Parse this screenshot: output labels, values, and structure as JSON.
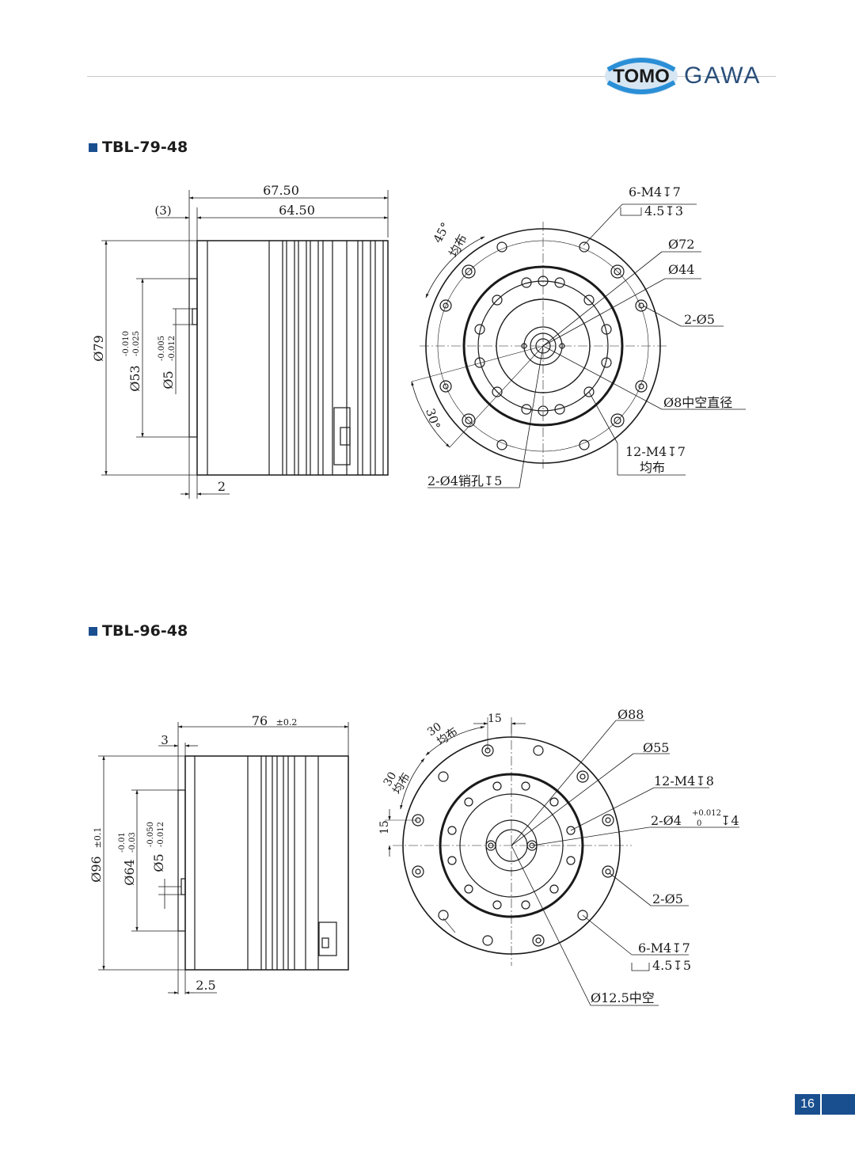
{
  "brand": {
    "logo_text": "TOMO",
    "wordmark": "GAWA",
    "accent_color": "#1a4f8f"
  },
  "page_number": "16",
  "models": [
    {
      "title": "TBL-79-48",
      "side": {
        "overall_length": "67.50",
        "body_length": "64.50",
        "flange_offset": "(3)",
        "bottom_dim": "2",
        "outer_dia": "Ø79",
        "pilot_dia": "Ø53",
        "pilot_tol_upper": "-0.010",
        "pilot_tol_lower": "-0.025",
        "shaft_dia": "Ø5",
        "shaft_tol_upper": "-0.005",
        "shaft_tol_lower": "-0.012"
      },
      "front": {
        "angle_45": "45°",
        "angle_45_note": "均布",
        "angle_30": "30°",
        "thread_6": "6-M4",
        "thread_6_depth": "7",
        "cbore": "4.5",
        "cbore_depth": "3",
        "dia_72": "Ø72",
        "dia_44": "Ø44",
        "holes_2": "2-Ø5",
        "hollow": "Ø8中空直径",
        "thread_12": "12-M4",
        "thread_12_depth": "7",
        "thread_12_note": "均布",
        "pin_holes": "2-Ø4销孔",
        "pin_depth": "5"
      }
    },
    {
      "title": "TBL-96-48",
      "side": {
        "overall_length": "76",
        "overall_tol": "±0.2",
        "flange_offset": "3",
        "bottom_dim": "2.5",
        "outer_dia": "Ø96",
        "outer_tol": "±0.1",
        "pilot_dia": "Ø64",
        "pilot_tol_upper": "-0.01",
        "pilot_tol_lower": "-0.03",
        "shaft_dia": "Ø5",
        "shaft_tol_upper": "-0.050",
        "shaft_tol_lower": "-0.012"
      },
      "front": {
        "angle_30_top": "30",
        "angle_30_top_note": "均布",
        "angle_30_left": "30",
        "angle_30_left_note": "均布",
        "dim_15_top": "15",
        "dim_15_left": "15",
        "dia_88": "Ø88",
        "dia_55": "Ø55",
        "thread_12": "12-M4",
        "thread_12_depth": "8",
        "pin_holes": "2-Ø4",
        "pin_tol_upper": "+0.012",
        "pin_tol_lower": "0",
        "pin_depth": "4",
        "holes_2": "2-Ø5",
        "thread_6": "6-M4",
        "thread_6_depth": "7",
        "cbore": "4.5",
        "cbore_depth": "5",
        "hollow": "Ø12.5中空"
      }
    }
  ]
}
